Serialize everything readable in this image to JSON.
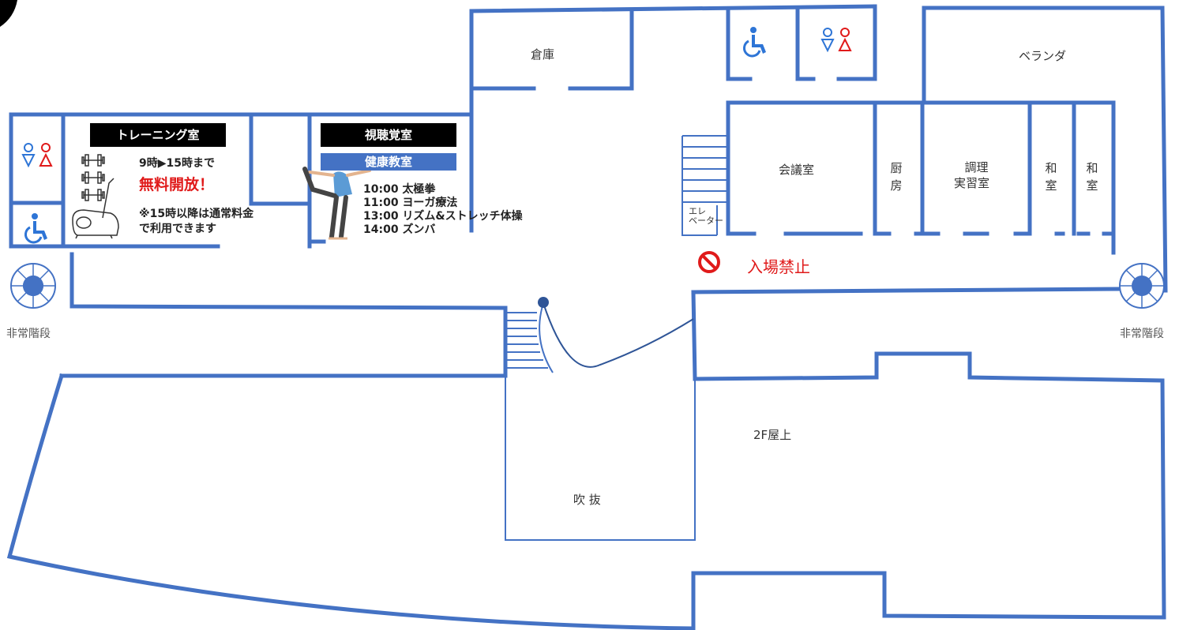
{
  "rooms": {
    "storage": "倉庫",
    "veranda": "ベランダ",
    "meeting": "会議室",
    "kitchen": "厨房",
    "cooking_line1": "調理",
    "cooking_line2": "実習室",
    "washitsu1": "和室",
    "washitsu2": "和室",
    "elevator_line1": "エレ",
    "elevator_line2": "ベーター",
    "atrium": "吹 抜",
    "rooftop": "2F屋上",
    "emergency_stairs_left": "非常階段",
    "emergency_stairs_right": "非常階段"
  },
  "no_entry": {
    "label": "入場禁止",
    "icon": "prohibited-icon",
    "color": "#e01a1a"
  },
  "training": {
    "title": "トレーニング室",
    "hours": "9時▶15時まで",
    "free": "無料開放！",
    "note_line1": "※15時以降は通常料金",
    "note_line2": "で利用できます",
    "icons": [
      "dumbbell-icon",
      "dumbbell-icon",
      "dumbbell-icon",
      "exercise-bike-icon"
    ]
  },
  "av_room": {
    "title": "視聴覚室",
    "class_title": "健康教室",
    "schedule": [
      "10:00 太極拳",
      "11:00 ヨーガ療法",
      "13:00 リズム&ストレッチ体操",
      "14:00 ズンバ"
    ],
    "icon": "yoga-woman-icon"
  },
  "icons": {
    "wheelchair": "wheelchair-icon",
    "restroom": "restroom-icon",
    "emergency_stairs": "spiral-stairs-icon"
  },
  "colors": {
    "wall": "#4472c4",
    "male": "#2e75d6",
    "female": "#e01a1a"
  }
}
